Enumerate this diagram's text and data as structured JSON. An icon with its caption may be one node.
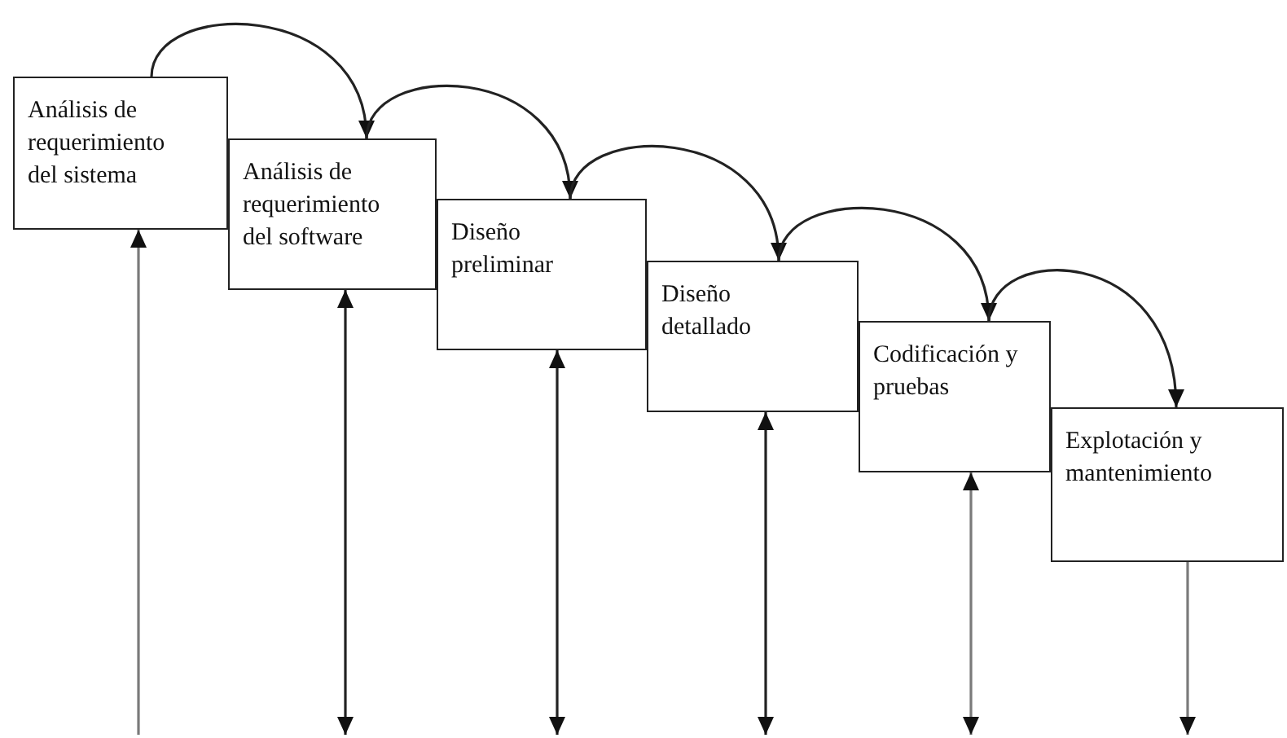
{
  "diagram": {
    "nodes": [
      {
        "text": [
          "Análisis de requerimiento del sistema"
        ]
      },
      {
        "text": [
          "Análisis de requerimiento del software"
        ]
      },
      {
        "text": [
          "Diseño preliminar"
        ]
      },
      {
        "text": [
          "Diseño detallado"
        ]
      },
      {
        "text": [
          "Codificación y pruebas"
        ]
      },
      {
        "text": [
          "Explotación y mantenimiento"
        ]
      }
    ],
    "edges": [
      {
        "from": 0,
        "to": 1,
        "arrow": "to"
      },
      {
        "from": 1,
        "to": 2,
        "arrow": "to"
      },
      {
        "from": 2,
        "to": 3,
        "arrow": "to"
      },
      {
        "from": 3,
        "to": 4,
        "arrow": "to"
      },
      {
        "from": 4,
        "to": 5,
        "arrow": "to"
      },
      {
        "from": null,
        "to": 0,
        "arrow": "to",
        "color": "#7a7a7a"
      },
      {
        "from": 1,
        "to": null,
        "arrow": "both"
      },
      {
        "from": 2,
        "to": null,
        "arrow": "both"
      },
      {
        "from": 3,
        "to": null,
        "arrow": "both"
      },
      {
        "from": 4,
        "to": null,
        "arrow": "both",
        "color": "#7a7a7a"
      },
      {
        "from": 5,
        "to": null,
        "arrow": "to",
        "color": "#7a7a7a"
      }
    ]
  }
}
